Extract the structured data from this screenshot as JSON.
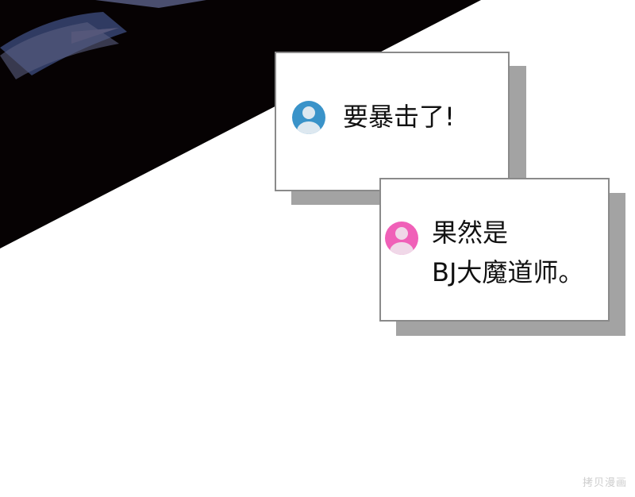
{
  "comments": [
    {
      "text": "要暴击了!",
      "avatar_color": "#3a93c9"
    },
    {
      "line1": "果然是",
      "line2": "BJ大魔道师。",
      "avatar_color": "#f060b8"
    }
  ],
  "watermark": "拷贝漫画"
}
